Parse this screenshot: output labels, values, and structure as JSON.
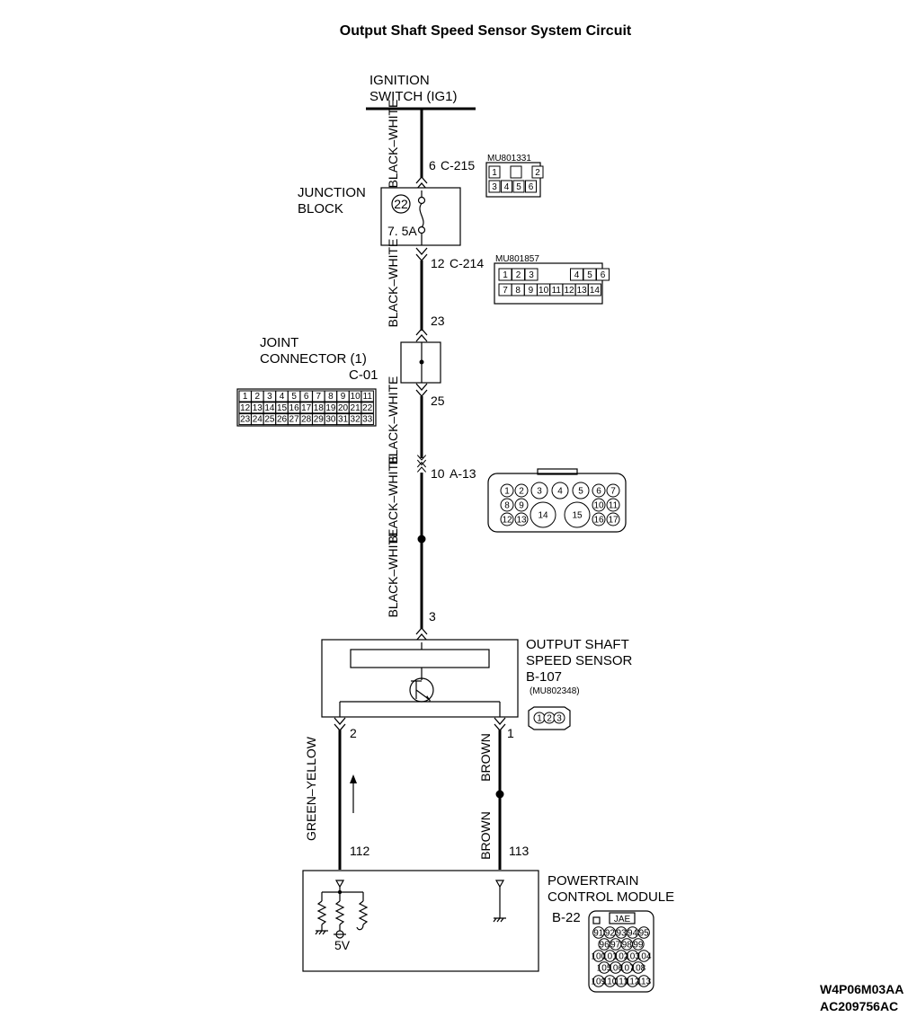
{
  "title": "Output Shaft Speed Sensor System Circuit",
  "components": {
    "ignition": {
      "line1": "IGNITION",
      "line2": "SWITCH (IG1)"
    },
    "junction_block": {
      "line1": "JUNCTION",
      "line2": "BLOCK",
      "fuse_no": "22",
      "fuse_rating": "7. 5A"
    },
    "joint_connector": {
      "line1": "JOINT",
      "line2": "CONNECTOR (1)",
      "code": "C-01"
    },
    "sensor": {
      "line1": "OUTPUT SHAFT",
      "line2": "SPEED SENSOR",
      "code": "B-107",
      "part": "(MU802348)"
    },
    "pcm": {
      "line1": "POWERTRAIN",
      "line2": "CONTROL MODULE",
      "code": "B-22",
      "ref": "JAE",
      "voltage": "5V"
    }
  },
  "connectors": {
    "c215": {
      "pin": "6",
      "code": "C-215",
      "part": "MU801331",
      "rows": [
        [
          "1",
          "",
          "2"
        ],
        [
          "3",
          "4",
          "5",
          "6"
        ]
      ]
    },
    "c214": {
      "pin": "12",
      "code": "C-214",
      "part": "MU801857",
      "rows": [
        [
          "1",
          "2",
          "3",
          "",
          "4",
          "5",
          "6"
        ],
        [
          "7",
          "8",
          "9",
          "10",
          "11",
          "12",
          "13",
          "14"
        ]
      ]
    },
    "c01": {
      "pin_in": "23",
      "pin_out": "25",
      "rows": [
        [
          "1",
          "2",
          "3",
          "4",
          "5",
          "6",
          "7",
          "8",
          "9",
          "10",
          "11"
        ],
        [
          "12",
          "13",
          "14",
          "15",
          "16",
          "17",
          "18",
          "19",
          "20",
          "21",
          "22"
        ],
        [
          "23",
          "24",
          "25",
          "26",
          "27",
          "28",
          "29",
          "30",
          "31",
          "32",
          "33"
        ]
      ]
    },
    "a13": {
      "pin": "10",
      "code": "A-13",
      "pins": [
        "1",
        "2",
        "3",
        "4",
        "5",
        "6",
        "7",
        "8",
        "9",
        "10",
        "11",
        "12",
        "13",
        "14",
        "15",
        "16",
        "17"
      ]
    },
    "b107": {
      "pins": [
        "3",
        "2",
        "1"
      ],
      "connector_pins": [
        "1",
        "2",
        "3"
      ]
    },
    "b22": {
      "pins": [
        "112",
        "113"
      ],
      "rows": [
        [
          "91",
          "92",
          "93",
          "94",
          "95"
        ],
        [
          "96",
          "97",
          "98",
          "99"
        ],
        [
          "100",
          "101",
          "102",
          "103",
          "104"
        ],
        [
          "105",
          "106",
          "107",
          "108"
        ],
        [
          "109",
          "110",
          "111",
          "112",
          "113"
        ]
      ]
    }
  },
  "wires": {
    "w1": "BLACK–WHITE",
    "w2": "BLACK–WHITE",
    "w3": "BLACK–WHITE",
    "w4": "BLACK–WHITE",
    "w5": "BLACK–WHITE",
    "signal": "GREEN–YELLOW",
    "ground_a": "BROWN",
    "ground_b": "BROWN"
  },
  "footer": {
    "code1": "W4P06M03AA",
    "code2": "AC209756AC"
  }
}
